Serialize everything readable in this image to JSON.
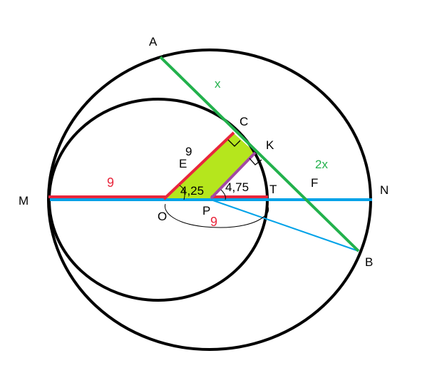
{
  "colors": {
    "circle": "#000000",
    "red": "#e8263c",
    "green": "#22b14c",
    "blue": "#00a2e8",
    "fill": "#b5e61d",
    "purple": "#a349a4"
  },
  "points": {
    "A": "A",
    "B": "B",
    "C": "C",
    "E": "E",
    "F": "F",
    "K": "K",
    "M": "M",
    "N": "N",
    "O": "O",
    "P": "P",
    "T": "T"
  },
  "labels": {
    "x": "x",
    "two_x": "2x",
    "nine_ce": "9",
    "nine_mo": "9",
    "nine_arc": "9",
    "len_op": "4,25",
    "len_pt": "4,75"
  }
}
